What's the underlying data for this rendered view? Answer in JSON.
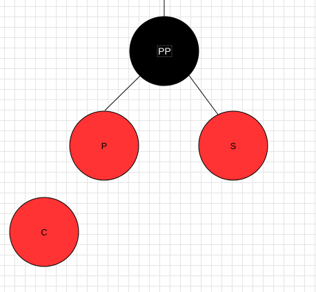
{
  "colors": {
    "black_node_fill": "#000000",
    "red_node_fill": "#ff3333",
    "node_stroke": "#000000",
    "edge": "#000000",
    "black_node_text": "#ffffff",
    "red_node_text": "#000000",
    "grid": "#e4e4e4",
    "background": "#ffffff"
  },
  "nodes": {
    "pp": {
      "label": "PP",
      "color": "black"
    },
    "p": {
      "label": "P",
      "color": "red"
    },
    "s": {
      "label": "S",
      "color": "red"
    },
    "c": {
      "label": "C",
      "color": "red"
    }
  }
}
